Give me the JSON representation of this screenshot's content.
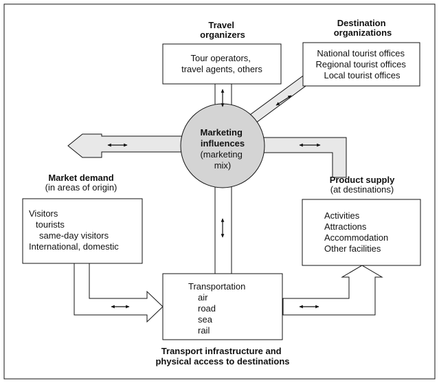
{
  "travel_organizers": {
    "heading": [
      "Travel",
      "organizers"
    ],
    "items": [
      "Tour operators,",
      "travel agents, others"
    ]
  },
  "destination_organizations": {
    "heading": [
      "Destination",
      "organizations"
    ],
    "items": [
      "National tourist offices",
      "Regional tourist offices",
      "Local tourist offices"
    ]
  },
  "marketing": {
    "lines": [
      "Marketing",
      "influences",
      "(marketing",
      "mix)"
    ]
  },
  "market_demand": {
    "heading": [
      "Market demand",
      "(in areas of origin)"
    ],
    "items": [
      "Visitors",
      "tourists",
      "same-day visitors",
      "International, domestic"
    ]
  },
  "product_supply": {
    "heading": [
      "Product supply",
      "(at destinations)"
    ],
    "items": [
      "Activities",
      "Attractions",
      "Accommodation",
      "Other facilities"
    ]
  },
  "transport": {
    "items": [
      "Transportation",
      "air",
      "road",
      "sea",
      "rail"
    ],
    "caption": [
      "Transport infrastructure and",
      "physical access to destinations"
    ]
  },
  "colors": {
    "flow_fill": "#e8e8e8",
    "circle_fill": "#d4d4d4",
    "stroke": "#111111"
  }
}
